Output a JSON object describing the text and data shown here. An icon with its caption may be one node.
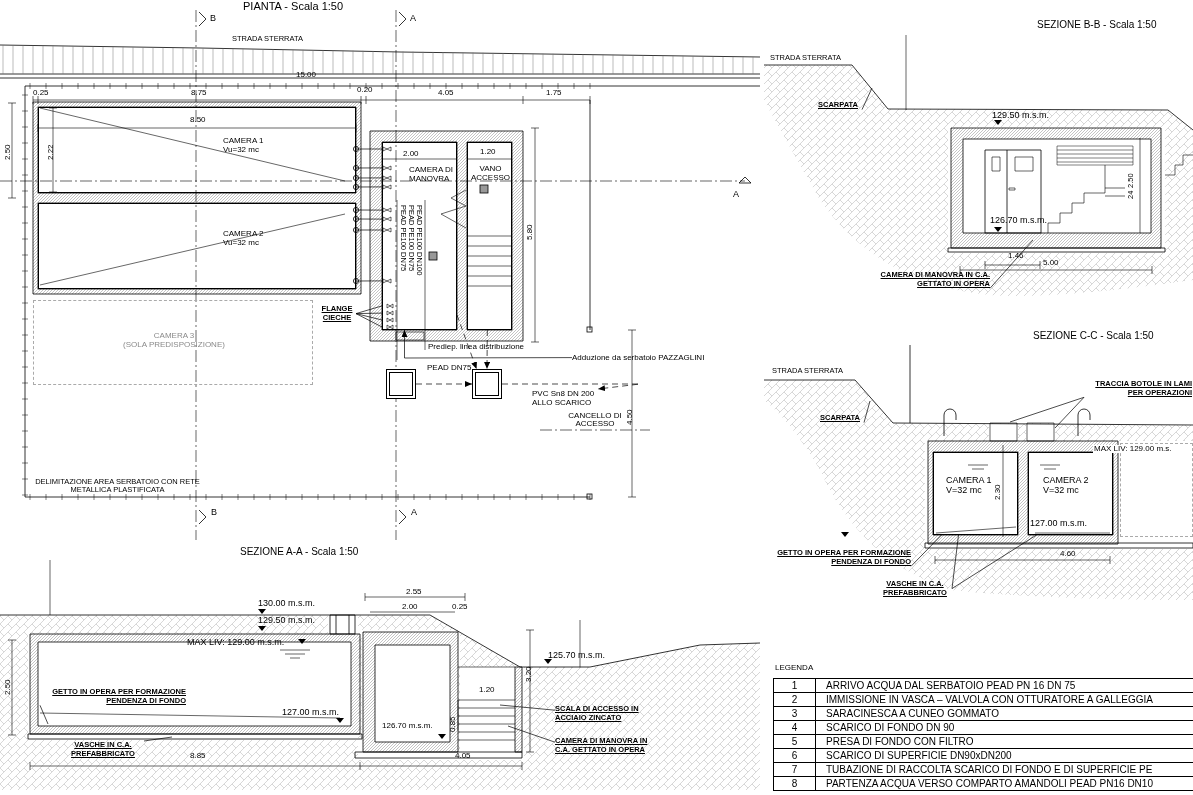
{
  "diagram": {
    "nodes": [
      {
        "text": [
          "CAMERA 1",
          "Vu=32 mc"
        ]
      },
      {
        "text": [
          "CAMERA 2",
          "Vu=32 mc"
        ]
      },
      {
        "text": [
          "CAMERA 3",
          "(SOLA PREDISPOSIZIONE)"
        ]
      },
      {
        "text": [
          "CAMERA DI MANOVRA"
        ]
      },
      {
        "text": [
          "VANO ACCESSO"
        ]
      },
      {
        "text": [],
        "shape": "box"
      },
      {
        "text": [],
        "shape": "box"
      },
      {
        "text": [
          "FLANGE CIECHE"
        ]
      },
      {
        "text": [
          "GETTO IN OPERA PER FORMAZIONE PENDENZA DI FONDO"
        ]
      },
      {
        "text": [
          "VASCHE IN C.A. PREFABBRICATO"
        ]
      },
      {
        "text": [
          "SCALA DI ACCESSO IN ACCIAIO ZINCATO"
        ]
      },
      {
        "text": [
          "CAMERA DI MANOVRA IN C.A. GETTATO IN OPERA"
        ]
      },
      {
        "text": [
          "SCARPATA"
        ]
      },
      {
        "text": [
          "CAMERA DI MANOVRA IN C.A. GETTATO IN OPERA"
        ]
      },
      {
        "text": [
          "SCARPATA"
        ]
      },
      {
        "text": [
          "TRACCIA BOTOLE IN LAMI PER OPERAZIONI"
        ]
      },
      {
        "text": [
          "CAMERA 1",
          "V=32 mc"
        ]
      },
      {
        "text": [
          "CAMERA 2",
          "V=32 mc"
        ]
      },
      {
        "text": [
          "GETTO IN OPERA PER FORMAZIONE PENDENZA DI FONDO"
        ]
      },
      {
        "text": [
          "VASCHE IN C.A. PREFABBRICATO"
        ]
      },
      {
        "text": [
          "Adduzione da serbatoio PAZZAGLINI"
        ]
      },
      {
        "text": [],
        "shape": "box"
      },
      {
        "text": [
          "PVC Sn8 DN 200 ALLO SCARICO"
        ]
      }
    ],
    "edges": [
      {
        "from": 5,
        "to": 6,
        "arrow": "to",
        "style": "dashed"
      },
      {
        "from": 6,
        "to": 22,
        "arrow": "to",
        "style": "dashed"
      },
      {
        "from": 4,
        "to": 6,
        "arrow": "to",
        "style": "dashed"
      },
      {
        "from": 3,
        "to": 6,
        "arrow": "to",
        "style": "dashed"
      },
      {
        "from": 20,
        "to": 3,
        "arrow": "to"
      },
      {
        "from": 7,
        "to": 3,
        "arrow": "none"
      },
      {
        "from": 7,
        "to": 3,
        "arrow": "none"
      },
      {
        "from": 7,
        "to": 3,
        "arrow": "none"
      },
      {
        "from": 7,
        "to": 3,
        "arrow": "none"
      },
      {
        "from": 8,
        "to": null,
        "arrow": "none"
      },
      {
        "from": 9,
        "to": null,
        "arrow": "none"
      },
      {
        "from": 10,
        "to": null,
        "arrow": "none"
      },
      {
        "from": 11,
        "to": null,
        "arrow": "none"
      },
      {
        "from": 12,
        "to": null,
        "arrow": "none"
      },
      {
        "from": 13,
        "to": null,
        "arrow": "none"
      },
      {
        "from": 14,
        "to": null,
        "arrow": "none"
      },
      {
        "from": 15,
        "to": null,
        "arrow": "none"
      },
      {
        "from": 15,
        "to": null,
        "arrow": "none"
      },
      {
        "from": 18,
        "to": 16,
        "arrow": "none"
      },
      {
        "from": 19,
        "to": 16,
        "arrow": "none"
      },
      {
        "from": 19,
        "to": 17,
        "arrow": "none"
      },
      {
        "from": 0,
        "to": 3,
        "arrow": "other"
      },
      {
        "from": 0,
        "to": 3,
        "arrow": "other"
      },
      {
        "from": 0,
        "to": 3,
        "arrow": "other"
      },
      {
        "from": 0,
        "to": 3,
        "arrow": "other"
      },
      {
        "from": 1,
        "to": 3,
        "arrow": "other"
      },
      {
        "from": 1,
        "to": 3,
        "arrow": "other"
      },
      {
        "from": 1,
        "to": 3,
        "arrow": "other"
      },
      {
        "from": 1,
        "to": 3,
        "arrow": "other"
      }
    ],
    "labels": [
      "PIANTA - Scala 1:50",
      "B",
      "A",
      "STRADA STERRATA",
      "15.00",
      "0.25",
      "8.75",
      "0.20",
      "4.05",
      "1.75",
      "8.50",
      "2.50",
      "2.22",
      "2.00",
      "1.20",
      "5.80",
      "PEAD PE100 DN75",
      "PEAD PE100 DN75",
      "PEAD PE100 DN100",
      "Prediep. linea distribuzione",
      "PEAD DN75",
      "CANCELLO DI ACCESSO",
      "4.50",
      "DELIMITAZIONE AREA SERBATOIO CON RETE METALLICA PLASTIFICATA",
      "B",
      "A",
      "A",
      "SEZIONE A-A - Scala 1:50",
      "130.00 m.s.m.",
      "129.50 m.s.m.",
      "2.55",
      "2.00",
      "0.25",
      "MAX LIV: 129.00 m.s.m.",
      "125.70 m.s.m.",
      "2.50",
      "1.20",
      "3.20",
      "127.00 m.s.m.",
      "0.85",
      "126.70 m.s.m.",
      "8.85",
      "4.05",
      "SEZIONE B-B - Scala 1:50",
      "STRADA STERRATA",
      "129.50 m.s.m.",
      "2.50",
      "24",
      "126.70 m.s.m.",
      "1.46",
      "5.00",
      "SEZIONE C-C - Scala 1:50",
      "STRADA STERRATA",
      "MAX LIV: 129.00 m.s.",
      "2.30",
      "127.00 m.s.m.",
      "4.60",
      "LEGENDA",
      "1",
      "ARRIVO ACQUA DAL SERBATOIO PEAD PN 16 DN 75",
      "2",
      "IMMISSIONE IN VASCA – VALVOLA CON OTTURATORE A GALLEGGIA",
      "3",
      "SARACINESCA A CUNEO GOMMATO",
      "4",
      "SCARICO DI FONDO DN 90",
      "5",
      "PRESA DI FONDO CON FILTRO",
      "6",
      "SCARICO DI SUPERFICIE DN90xDN200",
      "7",
      "TUBAZIONE DI RACCOLTA SCARICO DI FONDO E DI SUPERFICIE PE",
      "8",
      "PARTENZA ACQUA VERSO COMPARTO AMANDOLI PEAD PN16 DN10"
    ]
  }
}
